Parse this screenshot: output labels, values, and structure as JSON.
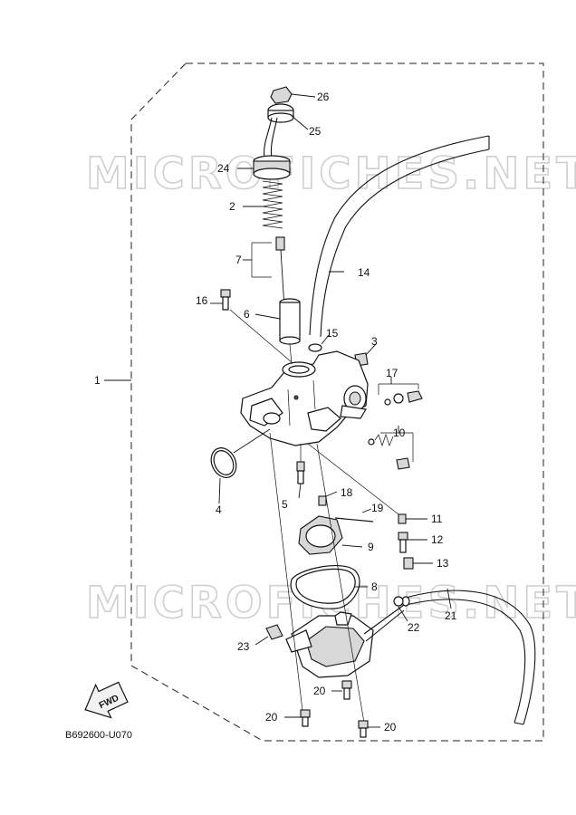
{
  "diagram": {
    "drawing_code": "B692600-U070",
    "direction_badge": "FWD",
    "watermark_top": "MICROFICHES.NET",
    "watermark_bottom": "MICROFICHES.NET",
    "callouts": {
      "p1": "1",
      "p2": "2",
      "p3": "3",
      "p4": "4",
      "p5": "5",
      "p6": "6",
      "p7": "7",
      "p8": "8",
      "p9": "9",
      "p10": "10",
      "p11": "11",
      "p12": "12",
      "p13": "13",
      "p14": "14",
      "p15": "15",
      "p16": "16",
      "p17": "17",
      "p18": "18",
      "p19": "19",
      "p20a": "20",
      "p20b": "20",
      "p20c": "20",
      "p21": "21",
      "p22": "22",
      "p23": "23",
      "p24": "24",
      "p25": "25",
      "p26": "26"
    }
  }
}
